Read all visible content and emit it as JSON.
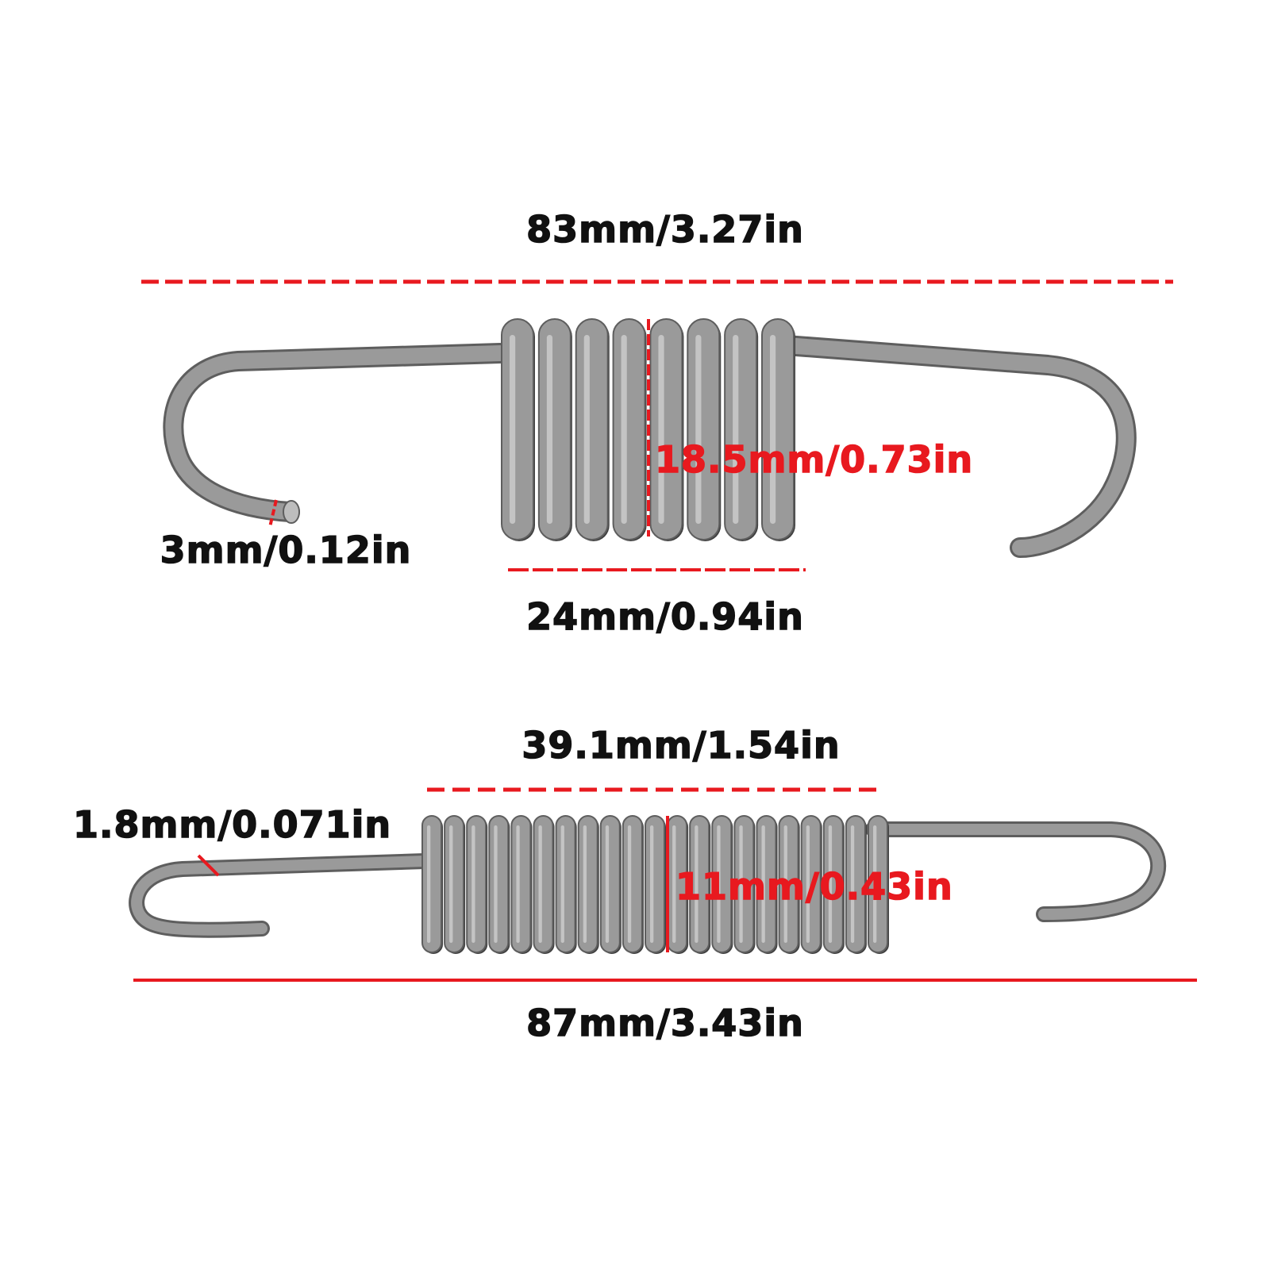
{
  "colors": {
    "background": "#ffffff",
    "spring_fill": "#9a9a9a",
    "spring_edge": "#5e5e5e",
    "dimension_line": "#e8191f",
    "label_dark": "#111111",
    "label_red": "#e8191f"
  },
  "spring_large": {
    "overall_length": "83mm/3.27in",
    "outer_diameter": "18.5mm/0.73in",
    "wire_diameter": "3mm/0.12in",
    "body_length": "24mm/0.94in"
  },
  "spring_small": {
    "body_length": "39.1mm/1.54in",
    "wire_diameter": "1.8mm/0.071in",
    "outer_diameter": "11mm/0.43in",
    "overall_length": "87mm/3.43in"
  }
}
